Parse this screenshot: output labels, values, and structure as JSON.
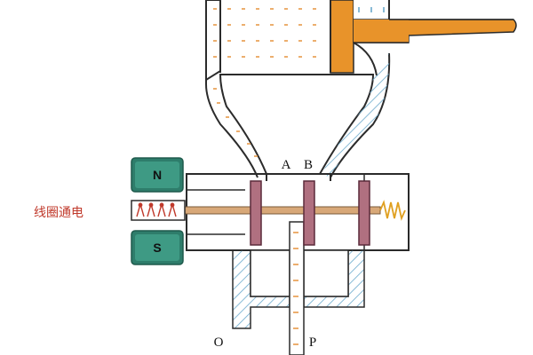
{
  "labels": {
    "port_a": "A",
    "port_b": "B",
    "port_o": "O",
    "port_p": "P",
    "magnet_n": "N",
    "magnet_s": "S",
    "coil_status": "线圈通电"
  },
  "colors": {
    "outline": "#2b2b2b",
    "oil_dash": "#e89a4a",
    "hatch_blue": "#6aa9cc",
    "magnet_fill": "#2e7d6b",
    "spool_rod": "#d8a878",
    "spool_land": "#b07080",
    "actuator_rod": "#e8932a",
    "spring": "#e0a020",
    "coil_text": "#c0392b"
  }
}
